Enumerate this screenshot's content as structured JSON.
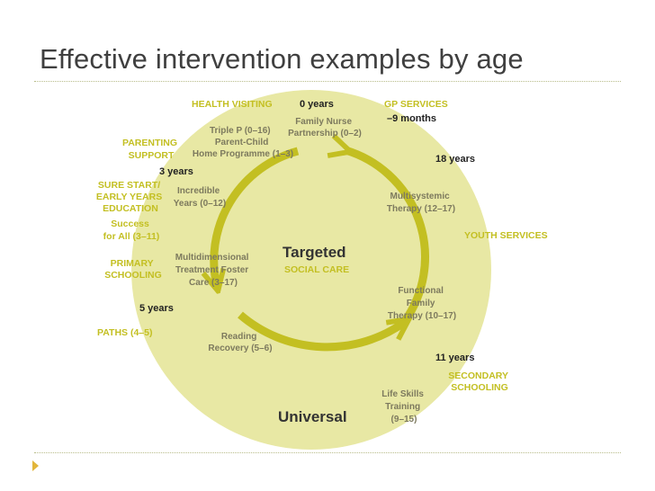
{
  "slide": {
    "title": "Effective intervention examples by age"
  },
  "diagram": {
    "center_label": "Targeted",
    "center_sublabel": "SOCIAL CARE",
    "bottom_label": "Universal",
    "ages": {
      "zero": "0 years",
      "nine_months": "–9 months",
      "eighteen": "18 years",
      "three": "3 years",
      "five": "5 years",
      "eleven": "11 years"
    },
    "categories": {
      "health_visiting": "HEALTH VISITING",
      "gp_services": "GP SERVICES",
      "parenting_support": [
        "PARENTING",
        "SUPPORT"
      ],
      "sure_start": [
        "SURE START/",
        "EARLY YEARS",
        "EDUCATION"
      ],
      "youth_services": "YOUTH SERVICES",
      "primary_schooling": [
        "PRIMARY",
        "SCHOOLING"
      ],
      "paths": "PATHS (4–5)",
      "secondary_schooling": [
        "SECONDARY",
        "SCHOOLING"
      ],
      "success_for_all": [
        "Success",
        "for All (3–11)"
      ]
    },
    "programmes": {
      "family_nurse": [
        "Family Nurse",
        "Partnership (0–2)"
      ],
      "triple_p": "Triple P (0–16)",
      "parent_child": [
        "Parent-Child",
        "Home Programme (1–3)"
      ],
      "incredible_years": [
        "Incredible",
        "Years (0–12)"
      ],
      "multisystemic": [
        "Multisystemic",
        "Therapy (12–17)"
      ],
      "multidimensional": [
        "Multidimensional",
        "Treatment Foster",
        "Care (3–17)"
      ],
      "functional_family": [
        "Functional",
        "Family",
        "Therapy (10–17)"
      ],
      "reading_recovery": [
        "Reading",
        "Recovery (5–6)"
      ],
      "life_skills": [
        "Life Skills",
        "Training",
        "(9–15)"
      ]
    },
    "colors": {
      "disc": "#e8e8a4",
      "ring": "#c3bf22",
      "category_text": "#c3bf22",
      "programme_text": "#7d7a5e",
      "title_text": "#3f3f3f",
      "bullet": "#e2b63b"
    }
  }
}
